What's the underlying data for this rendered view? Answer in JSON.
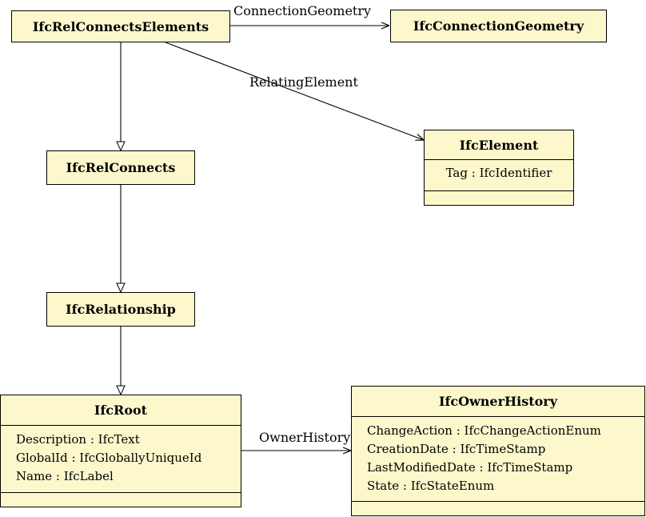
{
  "classes": {
    "rel_connects_elements": {
      "name": "IfcRelConnectsElements"
    },
    "connection_geometry": {
      "name": "IfcConnectionGeometry"
    },
    "rel_connects": {
      "name": "IfcRelConnects"
    },
    "element": {
      "name": "IfcElement",
      "attributes": [
        "Tag : IfcIdentifier"
      ]
    },
    "relationship": {
      "name": "IfcRelationship"
    },
    "root": {
      "name": "IfcRoot",
      "attributes": [
        "Description : IfcText",
        "GlobalId : IfcGloballyUniqueId",
        "Name : IfcLabel"
      ]
    },
    "owner_history": {
      "name": "IfcOwnerHistory",
      "attributes": [
        "ChangeAction : IfcChangeActionEnum",
        "CreationDate : IfcTimeStamp",
        "LastModifiedDate : IfcTimeStamp",
        "State : IfcStateEnum"
      ]
    }
  },
  "associations": {
    "connection_geometry": {
      "label": "ConnectionGeometry"
    },
    "relating_element": {
      "label": "RelatingElement"
    },
    "owner_history": {
      "label": "OwnerHistory"
    }
  },
  "colors": {
    "class_fill": "#fdf8cc",
    "line": "#000000"
  }
}
